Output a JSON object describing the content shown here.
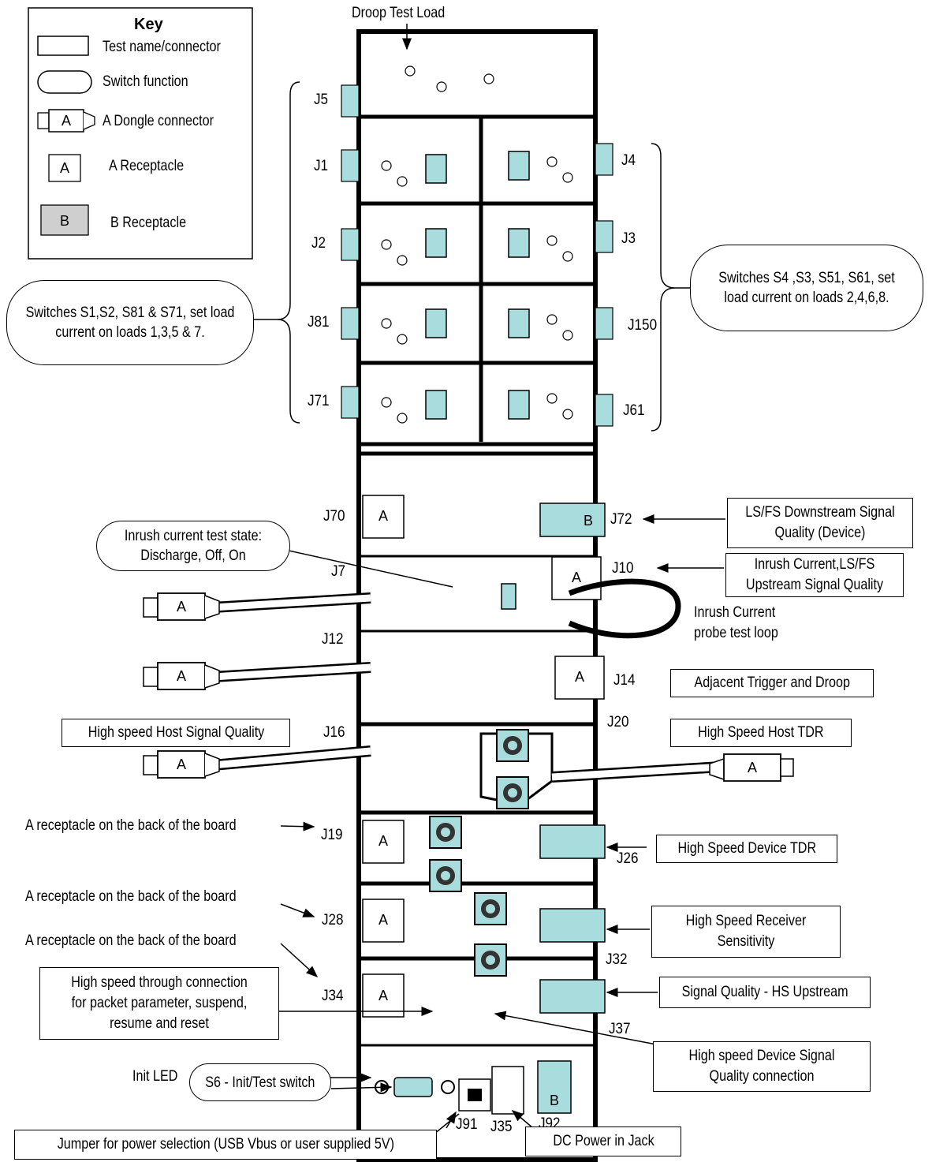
{
  "key": {
    "title": "Key",
    "items": [
      {
        "label": "Test name/connector",
        "symbol": "rect"
      },
      {
        "label": "Switch function",
        "symbol": "rounded"
      },
      {
        "label": "A Dongle connector",
        "symbol": "dongle",
        "glyph": "A"
      },
      {
        "label": "A Receptacle",
        "symbol": "receptacle",
        "glyph": "A"
      },
      {
        "label": "B Receptacle",
        "symbol": "receptacle-b",
        "glyph": "B"
      }
    ]
  },
  "top_label": "Droop Test Load",
  "connectors": {
    "J5": "J5",
    "J1": "J1",
    "J2": "J2",
    "J81": "J81",
    "J71": "J71",
    "J4": "J4",
    "J3": "J3",
    "J150": "J150",
    "J61": "J61",
    "J70": "J70",
    "J72": "J72",
    "J7": "J7",
    "J10": "J10",
    "J12": "J12",
    "J14": "J14",
    "J20": "J20",
    "J16": "J16",
    "J19": "J19",
    "J26": "J26",
    "J28": "J28",
    "J32": "J32",
    "J34": "J34",
    "J37": "J37",
    "J91": "J91",
    "J35": "J35",
    "J92": "J92"
  },
  "switch_notes": {
    "left": "Switches S1,S2, S81 & S71, set load current on loads 1,3,5 & 7.",
    "right": "Switches S4 ,S3, S51, S61, set load current  on loads 2,4,6,8.",
    "inrush": "Inrush current test state: Discharge, Off, On",
    "s6": "S6 - Init/Test switch"
  },
  "test_boxes": {
    "ls_fs_downstream": "LS/FS Downstream Signal Quality (Device)",
    "inrush_upstream": "Inrush Current,LS/FS Upstream Signal Quality",
    "adjacent_trigger": "Adjacent Trigger and Droop",
    "hs_host_sq": "High speed Host Signal Quality",
    "hs_host_tdr": "High Speed Host TDR",
    "hs_device_tdr": "High Speed Device TDR",
    "hs_receiver": "High Speed Receiver Sensitivity",
    "sq_hs_upstream": "Signal Quality - HS Upstream",
    "hs_through": "High speed through connection for packet parameter, suspend, resume and reset",
    "hs_device_sq": "High speed Device Signal Quality connection",
    "jumper": "Jumper for power selection (USB Vbus or user supplied 5V)",
    "dc_power": "DC Power in Jack"
  },
  "free_text": {
    "probe_loop": "Inrush Current probe test loop",
    "back_receptacle": "A receptacle on the back of the board",
    "init_led": "Init LED"
  },
  "board_letters": {
    "a": "A",
    "b": "B"
  },
  "colors": {
    "receptacle_b": "#a9dcdc",
    "gray": "#cfcfcf"
  }
}
